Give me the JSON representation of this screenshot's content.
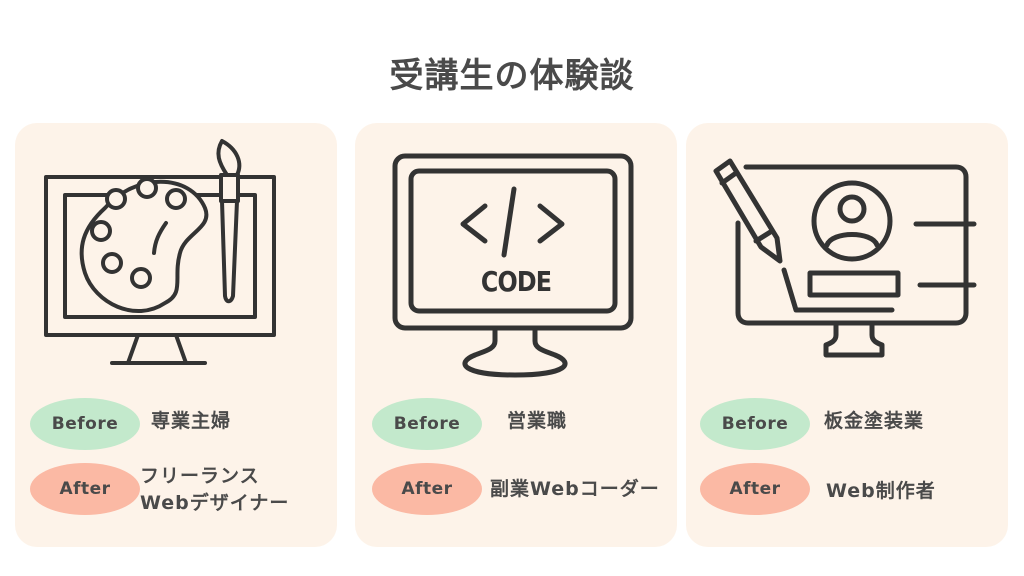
{
  "title": "受講生の体験談",
  "colors": {
    "card_bg": "#fdf3e9",
    "before_pill": "#c3e9cc",
    "after_pill": "#fbb9a4",
    "text": "#4a4a4a",
    "icon_stroke": "#333333"
  },
  "cards": [
    {
      "icon": "monitor-palette-brush-icon",
      "before_label": "Before",
      "before_value": "専業主婦",
      "after_label": "After",
      "after_value_line1": "フリーランス",
      "after_value_line2": "Webデザイナー"
    },
    {
      "icon": "monitor-code-icon",
      "icon_text": "CODE",
      "before_label": "Before",
      "before_value": "営業職",
      "after_label": "After",
      "after_value_line1": "副業Webコーダー"
    },
    {
      "icon": "monitor-profile-pencil-icon",
      "before_label": "Before",
      "before_value": "板金塗装業",
      "after_label": "After",
      "after_value_line1": "Web制作者"
    }
  ]
}
